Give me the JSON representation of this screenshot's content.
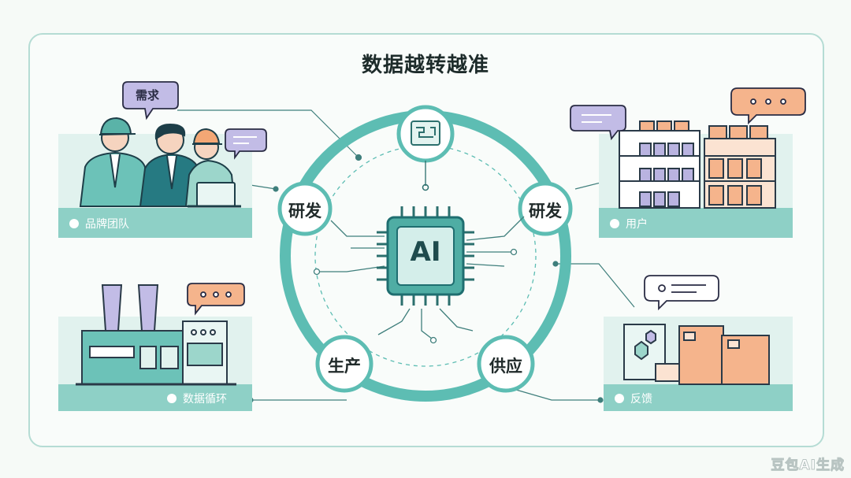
{
  "title": "数据越转越准",
  "center": {
    "label": "AI"
  },
  "nodes": {
    "top_left": "研发",
    "top_right": "研发",
    "bottom_left": "生产",
    "bottom_right": "供应"
  },
  "panels": {
    "brand_team": "品牌团队",
    "users": "用户",
    "data_loop": "数据循环",
    "feedback": "反馈"
  },
  "bubbles": {
    "demand": "需求"
  },
  "watermark": "豆包AI生成",
  "colors": {
    "teal": "#5dbdb3",
    "teal_dark": "#1f6e70",
    "panel": "#8ed0c6",
    "lavender": "#b9b3e0",
    "peach": "#f5b48c"
  },
  "icons": [
    "chip-icon",
    "circuit-icon",
    "worker-group-icon",
    "laptop-icon",
    "warehouse-shelf-icon",
    "factory-icon",
    "boxes-icon",
    "speech-bubble-icon"
  ]
}
